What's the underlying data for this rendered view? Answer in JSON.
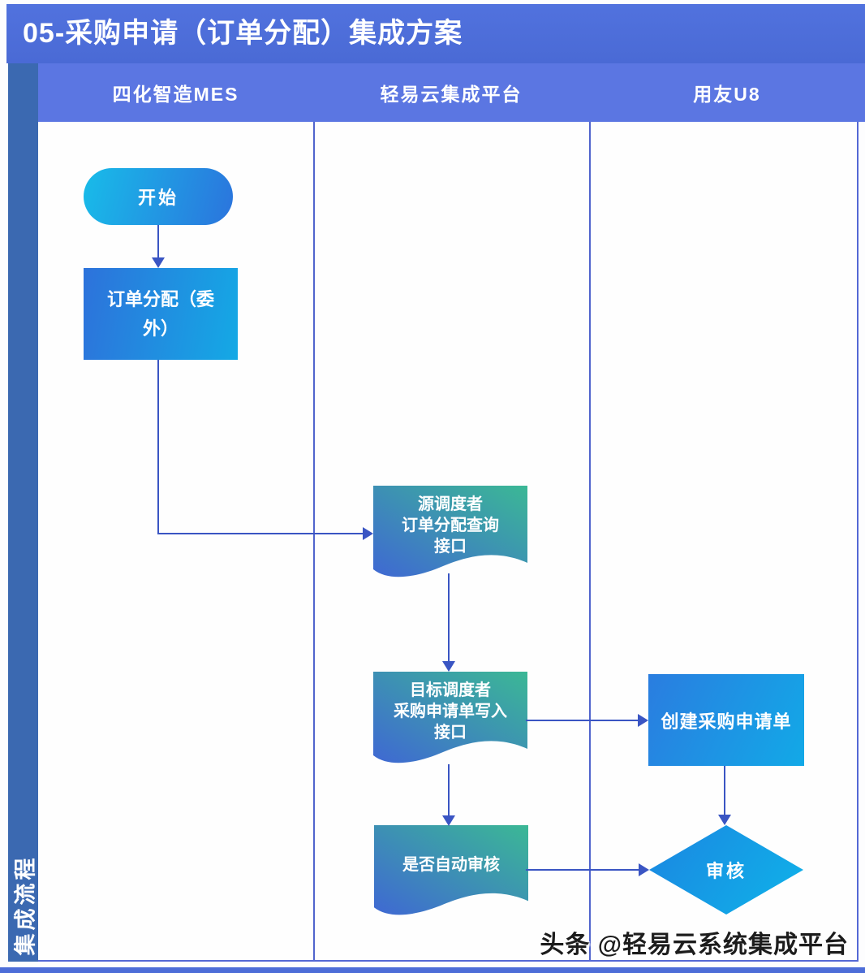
{
  "title": "05-采购申请（订单分配）集成方案",
  "side_label": "集成流程",
  "lanes": [
    {
      "label": "四化智造MES"
    },
    {
      "label": "轻易云集成平台"
    },
    {
      "label": "用友U8"
    }
  ],
  "nodes": {
    "start": {
      "label": "开始",
      "shape": "rounded"
    },
    "order_alloc": {
      "label": "订单分配（委外）",
      "shape": "rect"
    },
    "source_scheduler": {
      "lines": [
        "源调度者",
        "订单分配查询",
        "接口"
      ],
      "shape": "document"
    },
    "target_scheduler": {
      "lines": [
        "目标调度者",
        "采购申请单写入",
        "接口"
      ],
      "shape": "document"
    },
    "create_request": {
      "label": "创建采购申请单",
      "shape": "rect"
    },
    "auto_audit": {
      "label": "是否自动审核",
      "shape": "document"
    },
    "audit": {
      "label": "审核",
      "shape": "diamond"
    }
  },
  "watermark": "头条 @轻易云系统集成平台",
  "colors": {
    "title_bar": "#4d6dd8",
    "lane_band": "#5b76e2",
    "sidebar_bar": "#3b69b1",
    "connector": "#3a55c3",
    "doc_gradient_start": "#3f68d3",
    "doc_gradient_end": "#3bb895",
    "blue_gradient_start": "#2d72db",
    "blue_gradient_end": "#14a9e5",
    "pill_gradient_start": "#18bce9",
    "pill_gradient_end": "#2b74dd"
  }
}
